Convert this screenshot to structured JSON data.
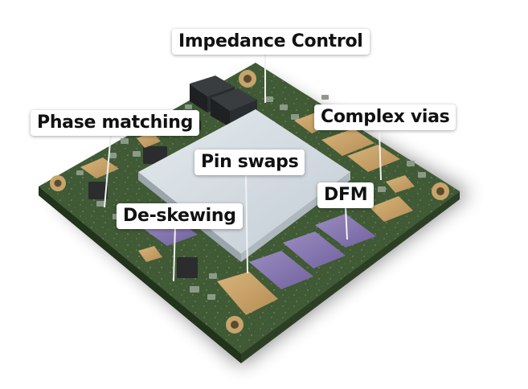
{
  "callouts": {
    "impedance": "Impedance Control",
    "phase": "Phase matching",
    "complex_vias": "Complex vias",
    "pin_swaps": "Pin swaps",
    "dfm": "DFM",
    "deskew": "De-skewing"
  },
  "colors": {
    "board_green": "#3f5a35",
    "board_edge": "#2c3f25",
    "die_lid": "#d3dde3",
    "gold_pad": "#c8a36a",
    "purple_chip": "#8678ad",
    "dark_component": "#26292c",
    "callout_bg": "#ffffff",
    "leader_line": "#f2f2f2"
  },
  "icons": [
    "pcb-module-photo"
  ]
}
